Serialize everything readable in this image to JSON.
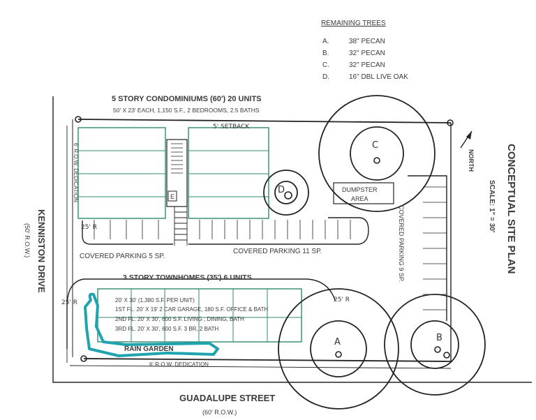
{
  "legend": {
    "title": "REMAINING TREES",
    "items": [
      {
        "letter": "A.",
        "desc": "38\" PECAN"
      },
      {
        "letter": "B.",
        "desc": "32\" PECAN"
      },
      {
        "letter": "C.",
        "desc": "32\" PECAN"
      },
      {
        "letter": "D.",
        "desc": "16\" DBL LIVE OAK"
      }
    ]
  },
  "condos": {
    "title": "5 STORY CONDOMINIUMS (60') 20 UNITS",
    "subtitle": "50' X 23' EACH, 1,150 S.F., 2 BEDROOMS, 2.5 BATHS",
    "setback": "5' SETBACK",
    "elevator": "E"
  },
  "townhomes": {
    "title": "3 STORY TOWNHOMES (35') 6 UNITS",
    "line1": "20' X 30' (1,380 S.F. PER UNIT)",
    "line2": "1ST FL. 20' X 19' 2 CAR GARAGE, 180 S.F. OFFICE & BATH",
    "line3": "2ND FL. 20' X 30', 600 S.F. LIVING , DINING, BATH",
    "line4": "3RD FL. 20' X 30', 600 S.F. 3 BR, 2 BATH"
  },
  "parking": {
    "left": "COVERED PARKING    5 SP.",
    "middle": "COVERED PARKING  11 SP.",
    "right": "COVERED PARKING    9 SP."
  },
  "labels": {
    "dumpster": "DUMPSTER",
    "dumpster2": "AREA",
    "row_dedication_left": "6' R.O.W. DEDICATION",
    "row_dedication_bottom": "6' R.O.W. DEDICATION",
    "radius_1": "25' R",
    "radius_2": "25' R",
    "radius_3": "25' R",
    "rain_garden": "RAIN GARDEN",
    "north": "NORTH"
  },
  "streets": {
    "kenniston": "KENNISTON DRIVE",
    "kenniston_row": "(50' R.O.W.)",
    "guadalupe": "GUADALUPE STREET",
    "guadalupe_row": "(60' R.O.W.)"
  },
  "plan": {
    "title": "CONCEPTUAL SITE PLAN",
    "scale": "SCALE: 1\" = 30'"
  },
  "trees": {
    "a": "A",
    "b": "B",
    "c": "C",
    "d": "D"
  },
  "colors": {
    "ink": "#222222",
    "building_green": "#2e8a6e",
    "rain_garden_teal": "#1fa3ad"
  }
}
